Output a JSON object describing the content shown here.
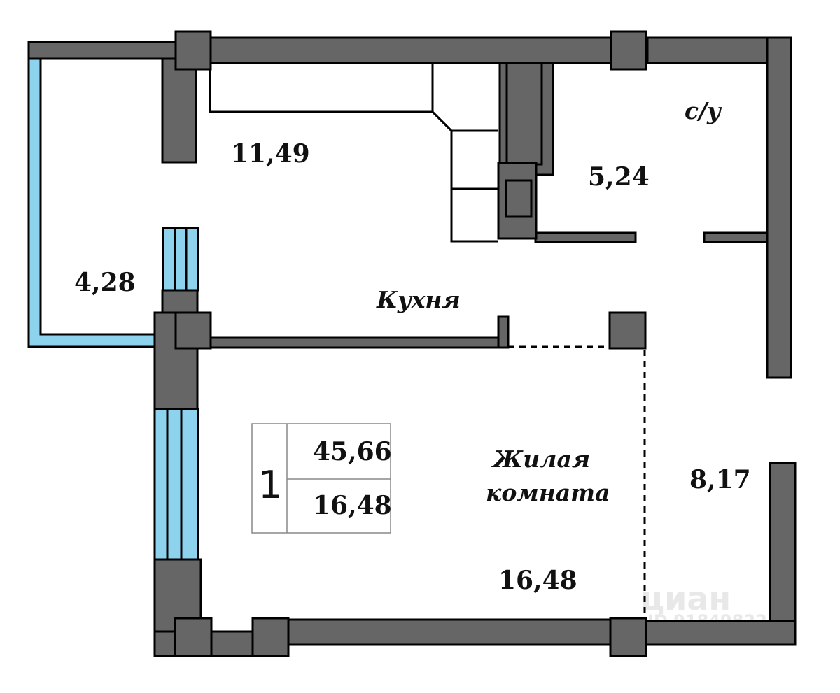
{
  "rooms": [
    {
      "id": "kitchen",
      "label": "Кухня",
      "area": "11,49"
    },
    {
      "id": "bathroom",
      "label": "с/у",
      "area": "5,24"
    },
    {
      "id": "balcony",
      "label": "",
      "area": "4,28"
    },
    {
      "id": "living",
      "label_line1": "Жилая",
      "label_line2": "комната",
      "area": "16,48"
    },
    {
      "id": "hall",
      "label": "",
      "area": "8,17"
    }
  ],
  "legend": {
    "rooms_count": "1",
    "total_area": "45,66",
    "living_area": "16,48"
  },
  "watermark": {
    "brand": "циан",
    "id_text": "ID 91849822"
  },
  "colors": {
    "wall": "#666666",
    "window": "#8dd3ee",
    "outline": "#000000"
  }
}
